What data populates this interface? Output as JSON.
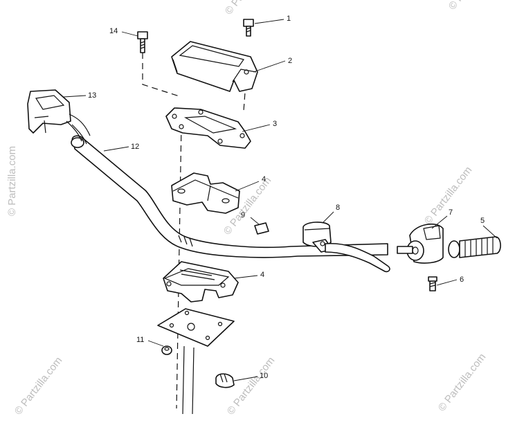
{
  "diagram": {
    "watermark": "© Partzilla.com",
    "callouts": [
      "1",
      "2",
      "3",
      "4",
      "4",
      "5",
      "6",
      "7",
      "8",
      "9",
      "10",
      "11",
      "12",
      "13",
      "14"
    ]
  }
}
